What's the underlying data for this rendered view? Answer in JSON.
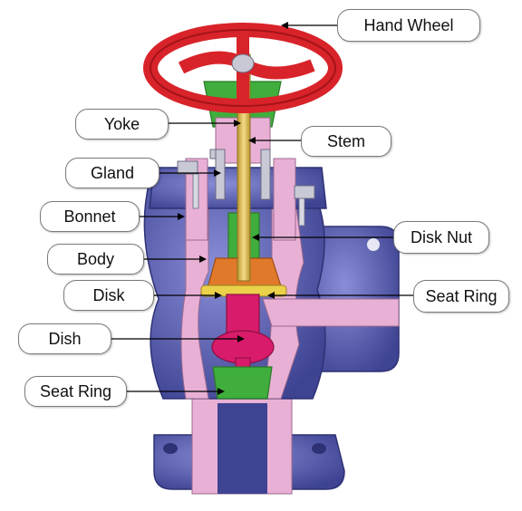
{
  "labels": {
    "hand_wheel": "Hand Wheel",
    "yoke": "Yoke",
    "stem": "Stem",
    "gland": "Gland",
    "bonnet": "Bonnet",
    "disk_nut": "Disk Nut",
    "body": "Body",
    "disk": "Disk",
    "seat_ring_right": "Seat Ring",
    "dish": "Dish",
    "seat_ring_left": "Seat Ring"
  },
  "colors": {
    "hand_wheel": "#d8232a",
    "body": "#5a5fb0",
    "cut_section": "#e9b0d6",
    "stem": "#e3c25a",
    "disk_nut": "#3fae3c",
    "disk": "#e07a2a",
    "dish": "#d81b6a",
    "seat_ring": "#3fae3c"
  }
}
